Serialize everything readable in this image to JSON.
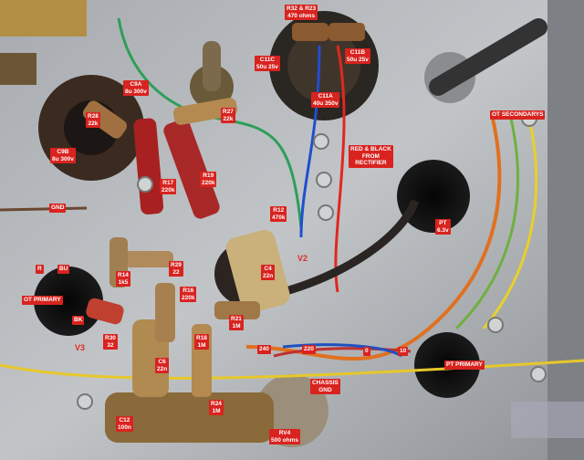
{
  "labels": {
    "r32_r23": "R32 & R23\n470 ohms",
    "c11c": "C11C\n50u 25v",
    "c11b": "C11B\n50u 25v",
    "c11a": "C11A\n40u 350v",
    "c9a": "C9A\n8u 300v",
    "r28": "R28\n22k",
    "r27": "R27\n22k",
    "c9b": "C9B\n8u 300v",
    "r19": "R19\n220k",
    "r17": "R17\n220k",
    "red_black": "RED & BLACK\nFROM\nRECTIFIER",
    "ot_secondarys": "OT SECONDARYS",
    "gnd": "GND",
    "r12": "R12\n470k",
    "pt_63v": "PT\n6.3v",
    "c4": "C4\n22n",
    "r": "R",
    "bu": "BU",
    "r14": "R14\n1k5",
    "r29": "R29\n22",
    "r16": "R16\n220k",
    "ot_primary": "OT PRIMARY",
    "bk": "BK",
    "r30": "R30\n32",
    "r21": "R21\n1M",
    "r18": "R18\n1M",
    "tap_240": "240",
    "tap_220": "220",
    "tap_0": "0",
    "tap_10": "10",
    "pt_primary": "PT PRIMARY",
    "c6": "C6\n22n",
    "chassis_gnd": "CHASSIS\nGND",
    "r24": "R24\n1M",
    "c12": "C12\n100n",
    "rv4": "RV4\n500 ohms"
  },
  "tube_labels": {
    "v2": "V2",
    "v3": "V3"
  },
  "colors": {
    "label_bg": "#d8231f",
    "chassis": "#9a9ea2"
  }
}
